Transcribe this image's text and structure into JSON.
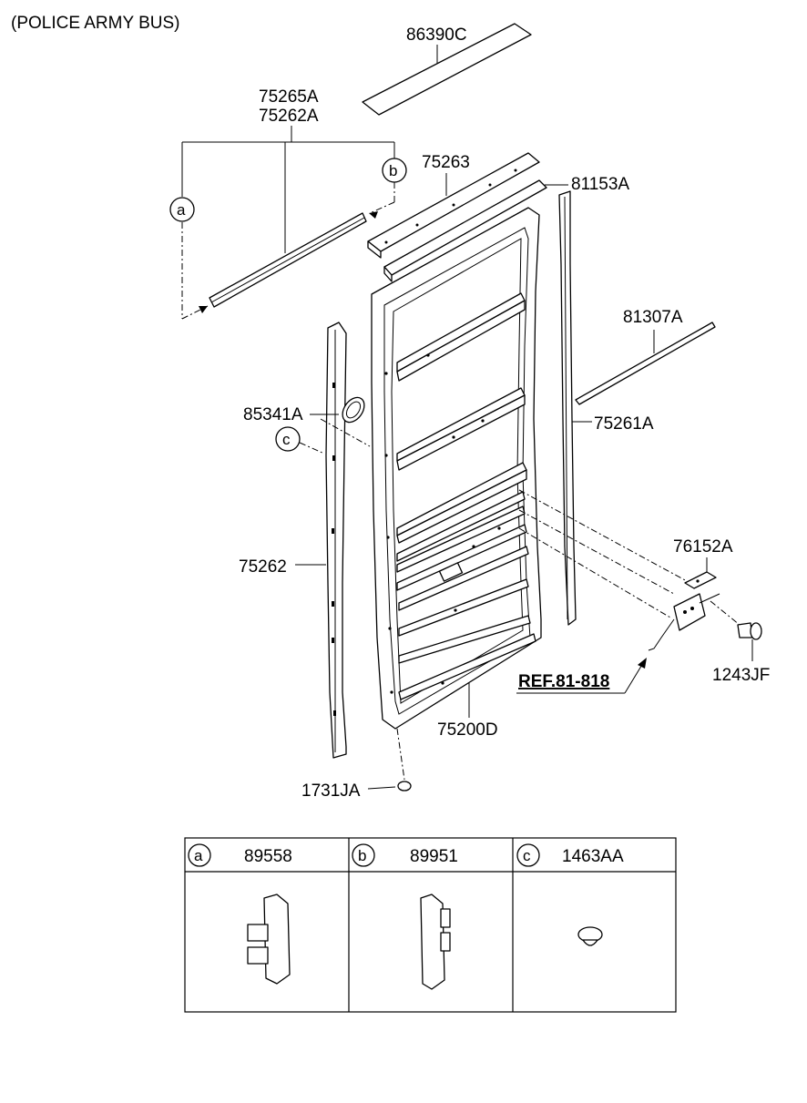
{
  "title": "(POLICE ARMY BUS)",
  "labels": {
    "p86390C": "86390C",
    "p75265A": "75265A",
    "p75262A": "75262A",
    "p75263": "75263",
    "p81153A": "81153A",
    "p81307A": "81307A",
    "p85341A": "85341A",
    "p75261A": "75261A",
    "p76152A": "76152A",
    "p75262": "75262",
    "p1243JF": "1243JF",
    "ref": "REF.81-818",
    "p75200D": "75200D",
    "p1731JA": "1731JA"
  },
  "callouts": {
    "a": "a",
    "b": "b",
    "c": "c"
  },
  "legend_table": [
    {
      "key": "a",
      "part": "89558"
    },
    {
      "key": "b",
      "part": "89951"
    },
    {
      "key": "c",
      "part": "1463AA"
    }
  ]
}
